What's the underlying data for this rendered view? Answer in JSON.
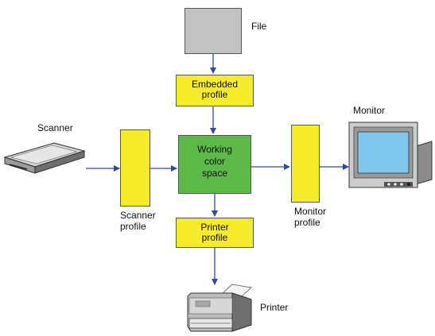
{
  "file": {
    "label": "File"
  },
  "embedded_profile": {
    "line1": "Embedded",
    "line2": "profile"
  },
  "working_space": {
    "line1": "Working",
    "line2": "color",
    "line3": "space"
  },
  "scanner": {
    "label": "Scanner"
  },
  "scanner_profile": {
    "line1": "Scanner",
    "line2": "profile"
  },
  "printer_profile": {
    "line1": "Printer",
    "line2": "profile"
  },
  "printer": {
    "label": "Printer"
  },
  "monitor": {
    "label": "Monitor"
  },
  "monitor_profile": {
    "line1": "Monitor",
    "line2": "profile"
  },
  "colors": {
    "profile_fill": "#f7ec2a",
    "working_fill": "#5cb947",
    "file_fill": "#c2c2c2",
    "arrow": "#2b4aa8",
    "screen": "#7ec7ee"
  }
}
